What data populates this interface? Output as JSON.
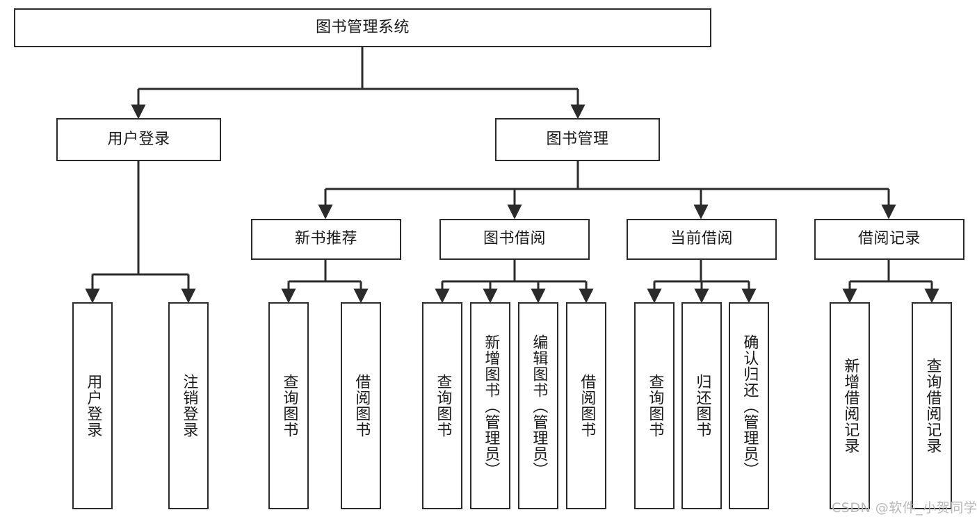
{
  "diagram": {
    "type": "tree-hierarchy",
    "title": "图书管理系统",
    "root": {
      "id": "root",
      "label": "图书管理系统",
      "orientation": "horizontal"
    },
    "level2": [
      {
        "id": "user-login",
        "label": "用户登录",
        "orientation": "horizontal"
      },
      {
        "id": "book-manage",
        "label": "图书管理",
        "orientation": "horizontal"
      }
    ],
    "level3": [
      {
        "id": "new-book-recommend",
        "label": "新书推荐",
        "orientation": "horizontal",
        "parent": "book-manage"
      },
      {
        "id": "book-borrow",
        "label": "图书借阅",
        "orientation": "horizontal",
        "parent": "book-manage"
      },
      {
        "id": "current-borrow",
        "label": "当前借阅",
        "orientation": "horizontal",
        "parent": "book-manage"
      },
      {
        "id": "borrow-record",
        "label": "借阅记录",
        "orientation": "horizontal",
        "parent": "book-manage"
      }
    ],
    "leaves": [
      {
        "id": "leaf-user-login",
        "label": "用户登录",
        "orientation": "vertical",
        "parent": "user-login"
      },
      {
        "id": "leaf-user-logout",
        "label": "注销登录",
        "orientation": "vertical",
        "parent": "user-login"
      },
      {
        "id": "leaf-query-book-1",
        "label": "查询图书",
        "orientation": "vertical",
        "parent": "new-book-recommend"
      },
      {
        "id": "leaf-borrow-book-1",
        "label": "借阅图书",
        "orientation": "vertical",
        "parent": "new-book-recommend"
      },
      {
        "id": "leaf-query-book-2",
        "label": "查询图书",
        "orientation": "vertical",
        "parent": "book-borrow"
      },
      {
        "id": "leaf-add-book",
        "label": "新增图书（管理员）",
        "orientation": "vertical",
        "parent": "book-borrow"
      },
      {
        "id": "leaf-edit-book",
        "label": "编辑图书（管理员）",
        "orientation": "vertical",
        "parent": "book-borrow"
      },
      {
        "id": "leaf-borrow-book-2",
        "label": "借阅图书",
        "orientation": "vertical",
        "parent": "book-borrow"
      },
      {
        "id": "leaf-query-book-3",
        "label": "查询图书",
        "orientation": "vertical",
        "parent": "current-borrow"
      },
      {
        "id": "leaf-return-book",
        "label": "归还图书",
        "orientation": "vertical",
        "parent": "current-borrow"
      },
      {
        "id": "leaf-confirm-return",
        "label": "确认归还（管理员）",
        "orientation": "vertical",
        "parent": "current-borrow"
      },
      {
        "id": "leaf-add-record",
        "label": "新增借阅记录",
        "orientation": "vertical",
        "parent": "borrow-record"
      },
      {
        "id": "leaf-query-record",
        "label": "查询借阅记录",
        "orientation": "vertical",
        "parent": "borrow-record"
      }
    ],
    "watermark": "CSDN @软件_小贺同学",
    "colors": {
      "border": "#2b2b2b",
      "background": "#ffffff",
      "text": "#1a1a1a",
      "watermark": "#b7b7b7"
    }
  }
}
